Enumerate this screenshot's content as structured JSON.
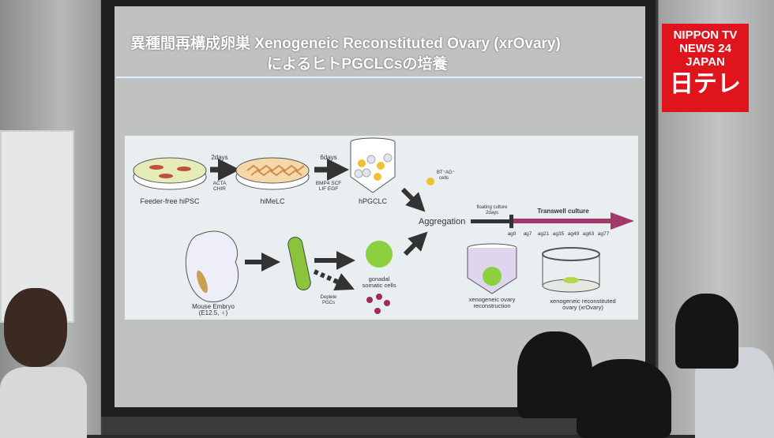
{
  "slide": {
    "title_line1": "異種間再構成卵巣 Xenogeneic Reconstituted Ovary (xrOvary)",
    "title_line2": "によるヒトPGCLCsの培養",
    "diagram": {
      "feeder": "Feeder-free hiPSC",
      "days1": "2days",
      "f1a": "ACTA",
      "f1b": "CHIR",
      "himelc": "hiMeLC",
      "days2": "6days",
      "f2a": "BMP4  SCF",
      "f2b": "LIF    EGF",
      "hpgclc": "hPGCLC",
      "bt1": "BT⁺AG⁺",
      "bt2": "cells",
      "aggregation": "Aggregation",
      "float1": "floating culture",
      "float2": "2days",
      "transwell": "Transwell culture",
      "timepoints": [
        "ag0",
        "ag7",
        "ag21",
        "ag35",
        "ag49",
        "ag63",
        "ag77"
      ],
      "embryo1": "Mouse Embryo",
      "embryo2": "(E12.5, ♀)",
      "deplete1": "Deplete",
      "deplete2": "PGCs",
      "gonadal1": "gonadal",
      "gonadal2": "somatic cells",
      "xo1": "xenogeneic ovary",
      "xo2": "reconstruction",
      "xr1": "xenogeneic reconstituted",
      "xr2": "ovary (xrOvary)"
    }
  },
  "logo": {
    "line1": "NIPPON TV",
    "line2": "NEWS 24",
    "line3": "JAPAN",
    "mark": "日テレ"
  },
  "colors": {
    "logo_red": "#e0141c",
    "arrow_magenta": "#a0396a"
  }
}
